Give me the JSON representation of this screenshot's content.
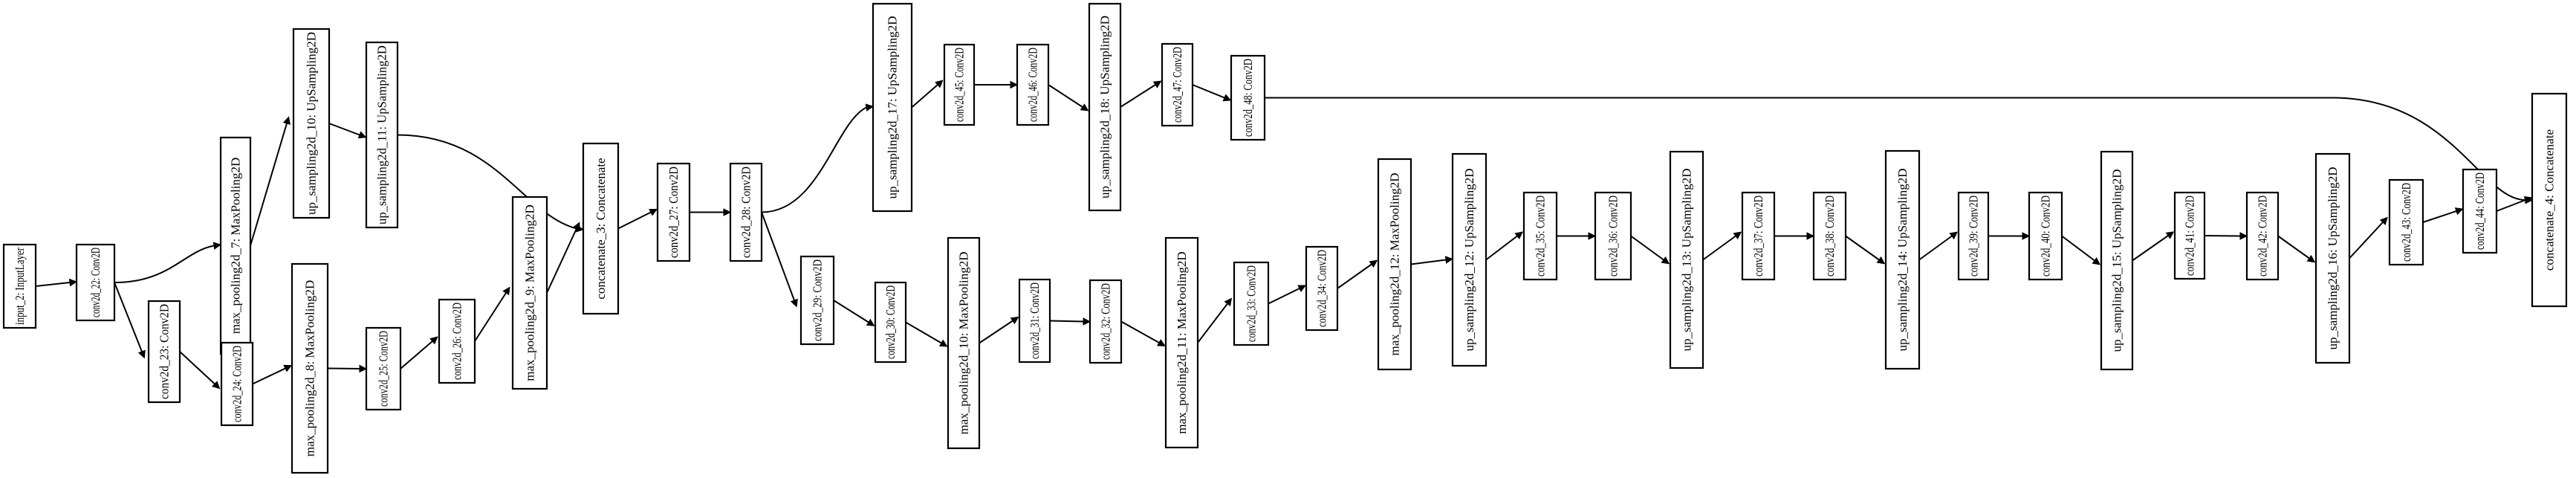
{
  "diagram": {
    "nodes": [
      {
        "id": "n1",
        "label": "input_2: InputLayer"
      },
      {
        "id": "n2",
        "label": "conv2d_22: Conv2D"
      },
      {
        "id": "n3",
        "label": "conv2d_23: Conv2D"
      },
      {
        "id": "n4",
        "label": "max_pooling2d_7: MaxPooling2D"
      },
      {
        "id": "n5",
        "label": "conv2d_24: Conv2D"
      },
      {
        "id": "n6",
        "label": "up_sampling2d_10: UpSampling2D"
      },
      {
        "id": "n7",
        "label": "max_pooling2d_8: MaxPooling2D"
      },
      {
        "id": "n8",
        "label": "up_sampling2d_11: UpSampling2D"
      },
      {
        "id": "n9",
        "label": "conv2d_25: Conv2D"
      },
      {
        "id": "n10",
        "label": "conv2d_26: Conv2D"
      },
      {
        "id": "n11",
        "label": "max_pooling2d_9: MaxPooling2D"
      },
      {
        "id": "n12",
        "label": "concatenate_3: Concatenate"
      },
      {
        "id": "n13",
        "label": "conv2d_27: Conv2D"
      },
      {
        "id": "n14",
        "label": "conv2d_28: Conv2D"
      },
      {
        "id": "n15",
        "label": "conv2d_29: Conv2D"
      },
      {
        "id": "n16",
        "label": "up_sampling2d_17: UpSampling2D"
      },
      {
        "id": "n17",
        "label": "conv2d_30: Conv2D"
      },
      {
        "id": "n18",
        "label": "conv2d_45: Conv2D"
      },
      {
        "id": "n19",
        "label": "max_pooling2d_10: MaxPooling2D"
      },
      {
        "id": "n20",
        "label": "conv2d_46: Conv2D"
      },
      {
        "id": "n21",
        "label": "conv2d_31: Conv2D"
      },
      {
        "id": "n22",
        "label": "up_sampling2d_18: UpSampling2D"
      },
      {
        "id": "n23",
        "label": "conv2d_32: Conv2D"
      },
      {
        "id": "n24",
        "label": "conv2d_47: Conv2D"
      },
      {
        "id": "n25",
        "label": "max_pooling2d_11: MaxPooling2D"
      },
      {
        "id": "n26",
        "label": "conv2d_48: Conv2D"
      },
      {
        "id": "n27",
        "label": "conv2d_33: Conv2D"
      },
      {
        "id": "n28",
        "label": "conv2d_34: Conv2D"
      },
      {
        "id": "n29",
        "label": "max_pooling2d_12: MaxPooling2D"
      },
      {
        "id": "n30",
        "label": "up_sampling2d_12: UpSampling2D"
      },
      {
        "id": "n31",
        "label": "conv2d_35: Conv2D"
      },
      {
        "id": "n32",
        "label": "conv2d_36: Conv2D"
      },
      {
        "id": "n33",
        "label": "up_sampling2d_13: UpSampling2D"
      },
      {
        "id": "n34",
        "label": "conv2d_37: Conv2D"
      },
      {
        "id": "n35",
        "label": "conv2d_38: Conv2D"
      },
      {
        "id": "n36",
        "label": "up_sampling2d_14: UpSampling2D"
      },
      {
        "id": "n37",
        "label": "conv2d_39: Conv2D"
      },
      {
        "id": "n38",
        "label": "conv2d_40: Conv2D"
      },
      {
        "id": "n39",
        "label": "up_sampling2d_15: UpSampling2D"
      },
      {
        "id": "n40",
        "label": "conv2d_41: Conv2D"
      },
      {
        "id": "n41",
        "label": "conv2d_42: Conv2D"
      },
      {
        "id": "n42",
        "label": "up_sampling2d_16: UpSampling2D"
      },
      {
        "id": "n43",
        "label": "conv2d_43: Conv2D"
      },
      {
        "id": "n44",
        "label": "conv2d_44: Conv2D"
      },
      {
        "id": "n45",
        "label": "concatenate_4: Concatenate"
      }
    ],
    "edges": [
      {
        "from": "n1",
        "to": "n2"
      },
      {
        "from": "n2",
        "to": "n3"
      },
      {
        "from": "n2",
        "to": "n4"
      },
      {
        "from": "n3",
        "to": "n5"
      },
      {
        "from": "n4",
        "to": "n6"
      },
      {
        "from": "n5",
        "to": "n7"
      },
      {
        "from": "n6",
        "to": "n8"
      },
      {
        "from": "n7",
        "to": "n9"
      },
      {
        "from": "n8",
        "to": "n12"
      },
      {
        "from": "n9",
        "to": "n10"
      },
      {
        "from": "n10",
        "to": "n11"
      },
      {
        "from": "n11",
        "to": "n12"
      },
      {
        "from": "n12",
        "to": "n13"
      },
      {
        "from": "n13",
        "to": "n14"
      },
      {
        "from": "n14",
        "to": "n16"
      },
      {
        "from": "n14",
        "to": "n15"
      },
      {
        "from": "n15",
        "to": "n17"
      },
      {
        "from": "n16",
        "to": "n18"
      },
      {
        "from": "n17",
        "to": "n19"
      },
      {
        "from": "n18",
        "to": "n20"
      },
      {
        "from": "n19",
        "to": "n21"
      },
      {
        "from": "n20",
        "to": "n22"
      },
      {
        "from": "n21",
        "to": "n23"
      },
      {
        "from": "n22",
        "to": "n24"
      },
      {
        "from": "n23",
        "to": "n25"
      },
      {
        "from": "n24",
        "to": "n26"
      },
      {
        "from": "n25",
        "to": "n27"
      },
      {
        "from": "n26",
        "to": "n45"
      },
      {
        "from": "n27",
        "to": "n28"
      },
      {
        "from": "n28",
        "to": "n29"
      },
      {
        "from": "n29",
        "to": "n30"
      },
      {
        "from": "n30",
        "to": "n31"
      },
      {
        "from": "n31",
        "to": "n32"
      },
      {
        "from": "n32",
        "to": "n33"
      },
      {
        "from": "n33",
        "to": "n34"
      },
      {
        "from": "n34",
        "to": "n35"
      },
      {
        "from": "n35",
        "to": "n36"
      },
      {
        "from": "n36",
        "to": "n37"
      },
      {
        "from": "n37",
        "to": "n38"
      },
      {
        "from": "n38",
        "to": "n39"
      },
      {
        "from": "n39",
        "to": "n40"
      },
      {
        "from": "n40",
        "to": "n41"
      },
      {
        "from": "n41",
        "to": "n42"
      },
      {
        "from": "n42",
        "to": "n43"
      },
      {
        "from": "n43",
        "to": "n44"
      },
      {
        "from": "n44",
        "to": "n45"
      }
    ]
  }
}
